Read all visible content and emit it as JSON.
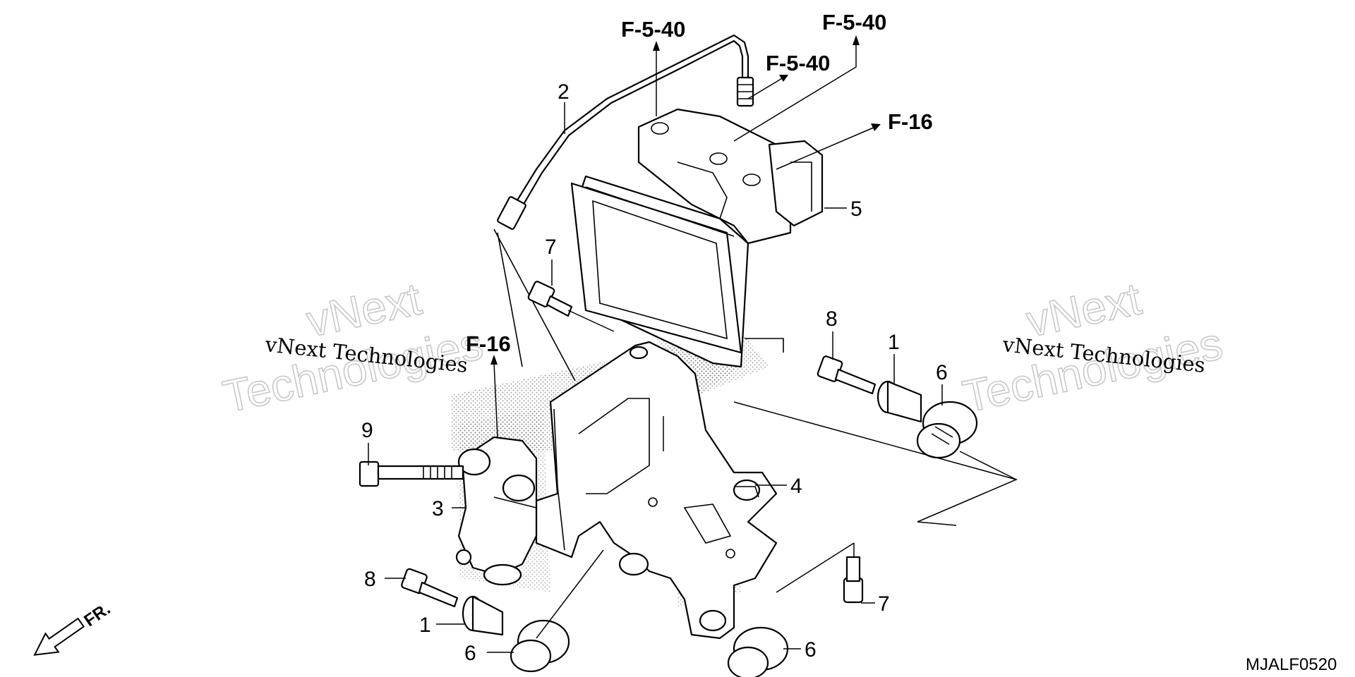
{
  "references": {
    "ref_top_1": "F-5-40",
    "ref_top_2": "F-5-40",
    "ref_top_3": "F-5-40",
    "ref_unit": "F-16",
    "ref_lower": "F-16"
  },
  "callouts": {
    "c2": "2",
    "c5": "5",
    "c7_upper": "7",
    "c8_upper": "8",
    "c1_upper": "1",
    "c6_upper": "6",
    "c9": "9",
    "c3": "3",
    "c4": "4",
    "c8_lower": "8",
    "c1_lower": "1",
    "c6_lower_left": "6",
    "c6_lower_right": "6",
    "c7_lower": "7"
  },
  "direction": "FR.",
  "watermarks": {
    "left_small": "vNext Technologies",
    "left_big_1": "vNext",
    "left_big_2": "Technologies",
    "right_small": "vNext Technologies",
    "right_big_1": "vNext",
    "right_big_2": "Technologies"
  },
  "diagram_code": "MJALF0520"
}
